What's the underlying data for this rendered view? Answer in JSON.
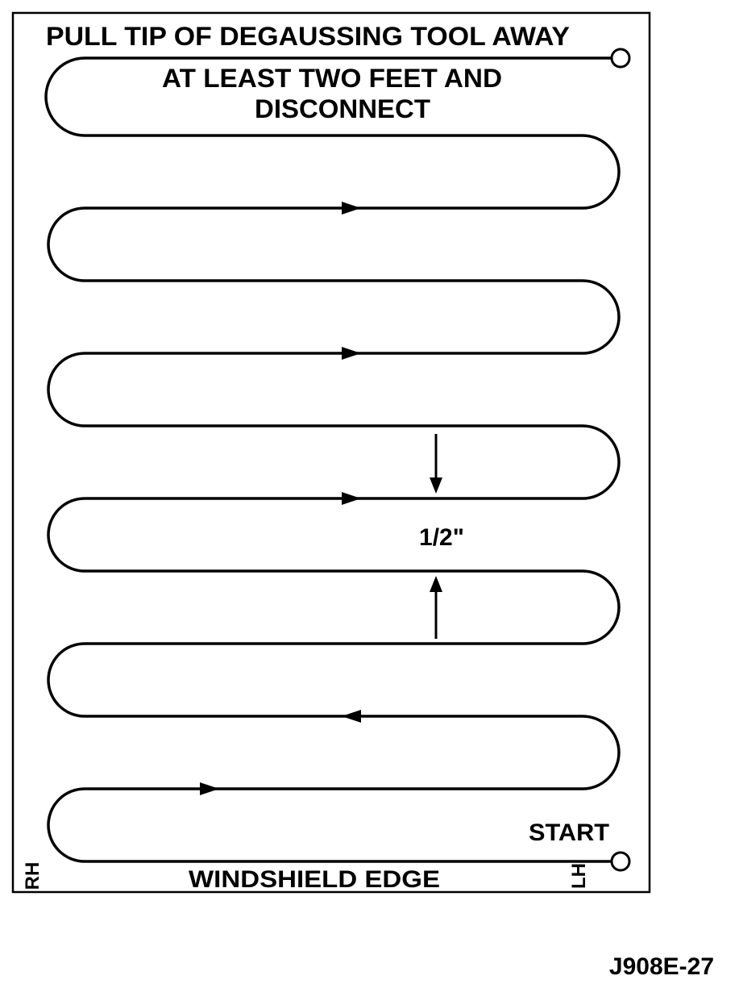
{
  "diagram": {
    "instruction_line1": "PULL TIP OF DEGAUSSING TOOL AWAY",
    "instruction_line2": "AT LEAST TWO FEET AND",
    "instruction_line3": "DISCONNECT",
    "spacing_label": "1/2\"",
    "start_label": "START",
    "edge_label": "WINDSHIELD EDGE",
    "rh_label": "RH",
    "lh_label": "LH",
    "figure_id": "J908E-27"
  },
  "colors": {
    "line": "#000000",
    "background": "#ffffff"
  }
}
